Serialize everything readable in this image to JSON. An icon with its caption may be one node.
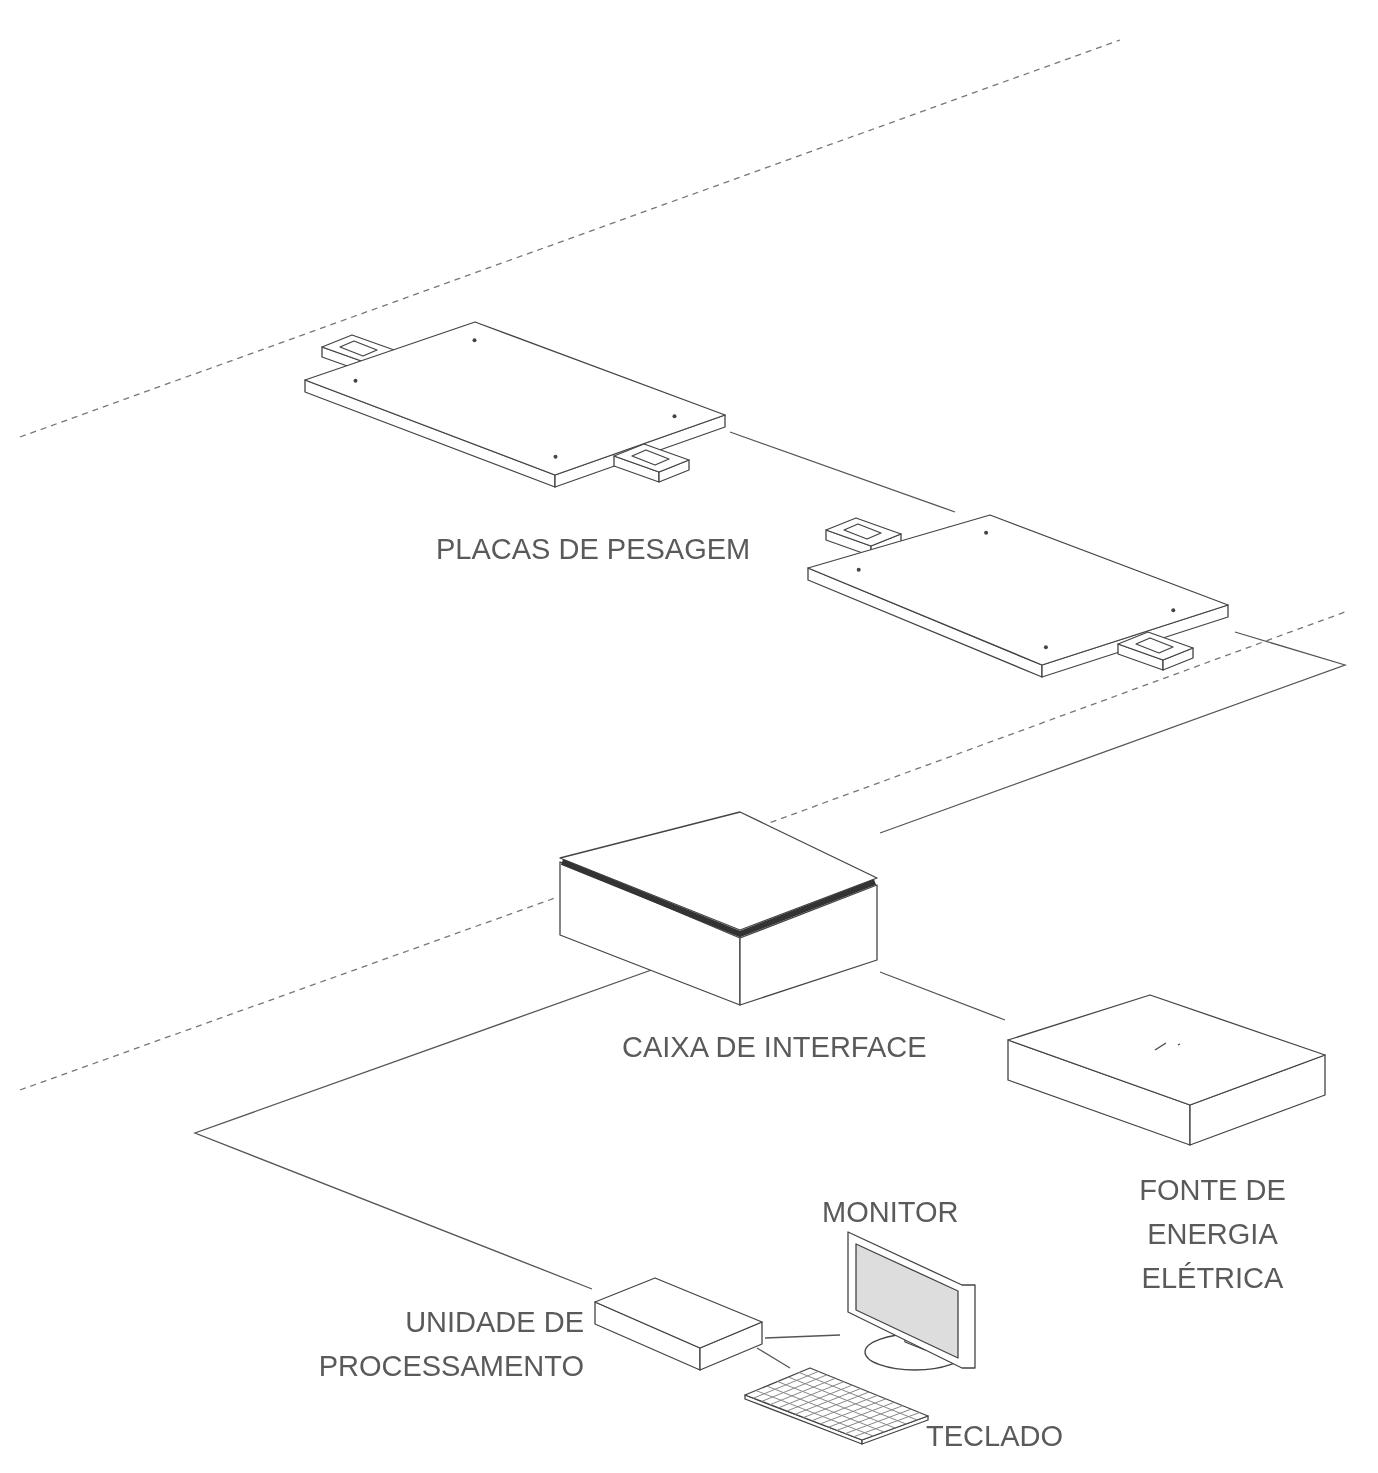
{
  "diagram": {
    "nodes": [
      {
        "text": [],
        "shape": "picture"
      },
      {
        "text": [],
        "shape": "picture"
      },
      {
        "text": [],
        "shape": "box",
        "beside": [
          "CAIXA DE INTERFACE"
        ]
      },
      {
        "text": [],
        "shape": "box",
        "beside": [
          "FONTE DE ENERGIA ELÉTRICA"
        ]
      },
      {
        "text": [],
        "shape": "box",
        "beside": [
          "UNIDADE DE PROCESSAMENTO"
        ]
      },
      {
        "text": [],
        "shape": "picture",
        "beside": [
          "MONITOR"
        ]
      },
      {
        "text": [],
        "shape": "picture",
        "beside": [
          "TECLADO"
        ]
      }
    ],
    "edges": [
      {
        "from": 0,
        "to": 1,
        "arrow": "none"
      },
      {
        "from": 1,
        "to": 2,
        "arrow": "none"
      },
      {
        "from": 2,
        "to": 3,
        "arrow": "none"
      },
      {
        "from": 2,
        "to": 4,
        "arrow": "none"
      },
      {
        "from": 4,
        "to": 5,
        "arrow": "none"
      },
      {
        "from": 4,
        "to": 6,
        "arrow": "none"
      }
    ],
    "labels": [
      "PLACAS DE PESAGEM"
    ]
  }
}
